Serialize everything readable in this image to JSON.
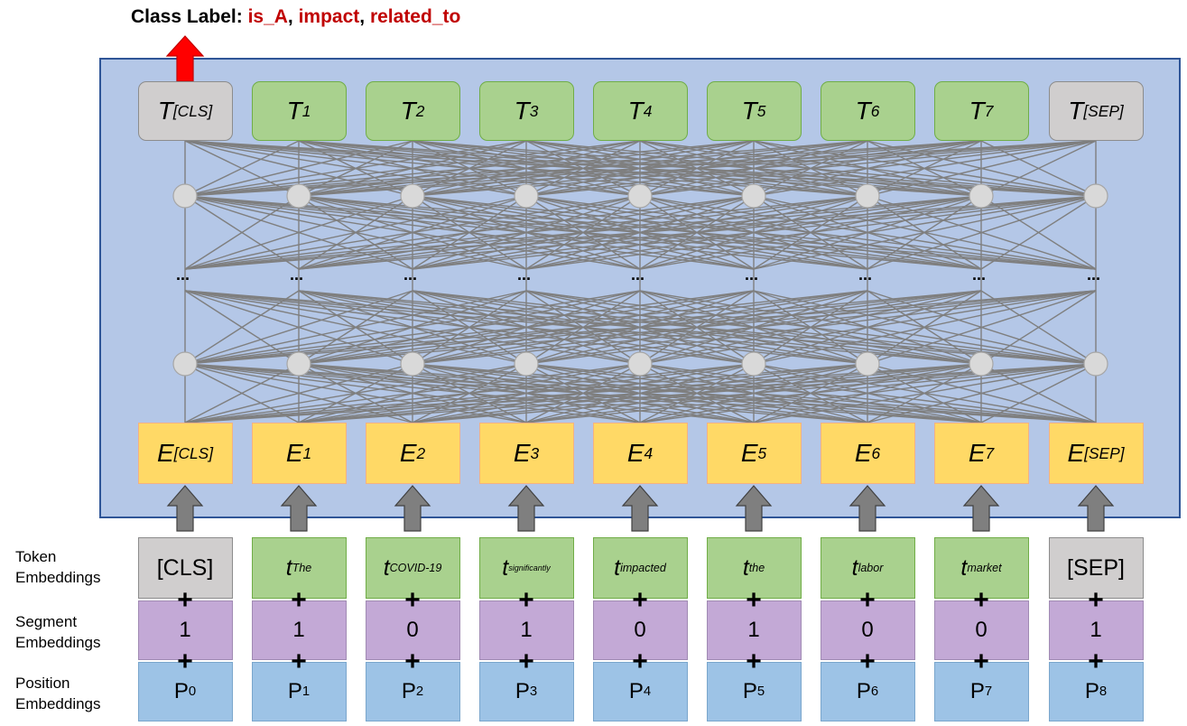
{
  "title": {
    "prefix": "Class Label: ",
    "labels": [
      "is_A",
      "impact",
      "related_to"
    ],
    "separator": ", "
  },
  "output_tokens": [
    {
      "base": "T",
      "sub": "[CLS]",
      "color": "gray"
    },
    {
      "base": "T",
      "sub": "1",
      "color": "green"
    },
    {
      "base": "T",
      "sub": "2",
      "color": "green"
    },
    {
      "base": "T",
      "sub": "3",
      "color": "green"
    },
    {
      "base": "T",
      "sub": "4",
      "color": "green"
    },
    {
      "base": "T",
      "sub": "5",
      "color": "green"
    },
    {
      "base": "T",
      "sub": "6",
      "color": "green"
    },
    {
      "base": "T",
      "sub": "7",
      "color": "green"
    },
    {
      "base": "T",
      "sub": "[SEP]",
      "color": "gray"
    }
  ],
  "embedding_tokens": [
    {
      "base": "E",
      "sub": "[CLS]"
    },
    {
      "base": "E",
      "sub": "1"
    },
    {
      "base": "E",
      "sub": "2"
    },
    {
      "base": "E",
      "sub": "3"
    },
    {
      "base": "E",
      "sub": "4"
    },
    {
      "base": "E",
      "sub": "5"
    },
    {
      "base": "E",
      "sub": "6"
    },
    {
      "base": "E",
      "sub": "7"
    },
    {
      "base": "E",
      "sub": "[SEP]"
    }
  ],
  "ellipsis": "...",
  "token_embeddings": [
    {
      "text": "[CLS]",
      "color": "gray"
    },
    {
      "base": "t",
      "sub": "The",
      "color": "green"
    },
    {
      "base": "t",
      "sub": "COVID-19",
      "color": "green"
    },
    {
      "base": "t",
      "sub": "significantly",
      "color": "green",
      "tiny": true
    },
    {
      "base": "t",
      "sub": "impacted",
      "color": "green"
    },
    {
      "base": "t",
      "sub": "the",
      "color": "green"
    },
    {
      "base": "t",
      "sub": "labor",
      "color": "green"
    },
    {
      "base": "t",
      "sub": "market",
      "color": "green"
    },
    {
      "text": "[SEP]",
      "color": "gray"
    }
  ],
  "segment_embeddings": [
    "1",
    "1",
    "0",
    "1",
    "0",
    "1",
    "0",
    "0",
    "1"
  ],
  "position_embeddings": [
    {
      "base": "P",
      "sub": "0"
    },
    {
      "base": "P",
      "sub": "1"
    },
    {
      "base": "P",
      "sub": "2"
    },
    {
      "base": "P",
      "sub": "3"
    },
    {
      "base": "P",
      "sub": "4"
    },
    {
      "base": "P",
      "sub": "5"
    },
    {
      "base": "P",
      "sub": "6"
    },
    {
      "base": "P",
      "sub": "7"
    },
    {
      "base": "P",
      "sub": "8"
    }
  ],
  "plus_sign": "+",
  "row_labels": {
    "token": "Token\nEmbeddings",
    "segment": "Segment\nEmbeddings",
    "position": "Position\nEmbeddings"
  },
  "colors": {
    "panel_bg": "#b4c7e7",
    "panel_border": "#2f5597",
    "class_label_red": "#c00000",
    "output_arrow": "#ff0000",
    "up_arrow": "#7f7f7f",
    "node": "#d9d9d9",
    "connection": "#7f7f7f"
  }
}
